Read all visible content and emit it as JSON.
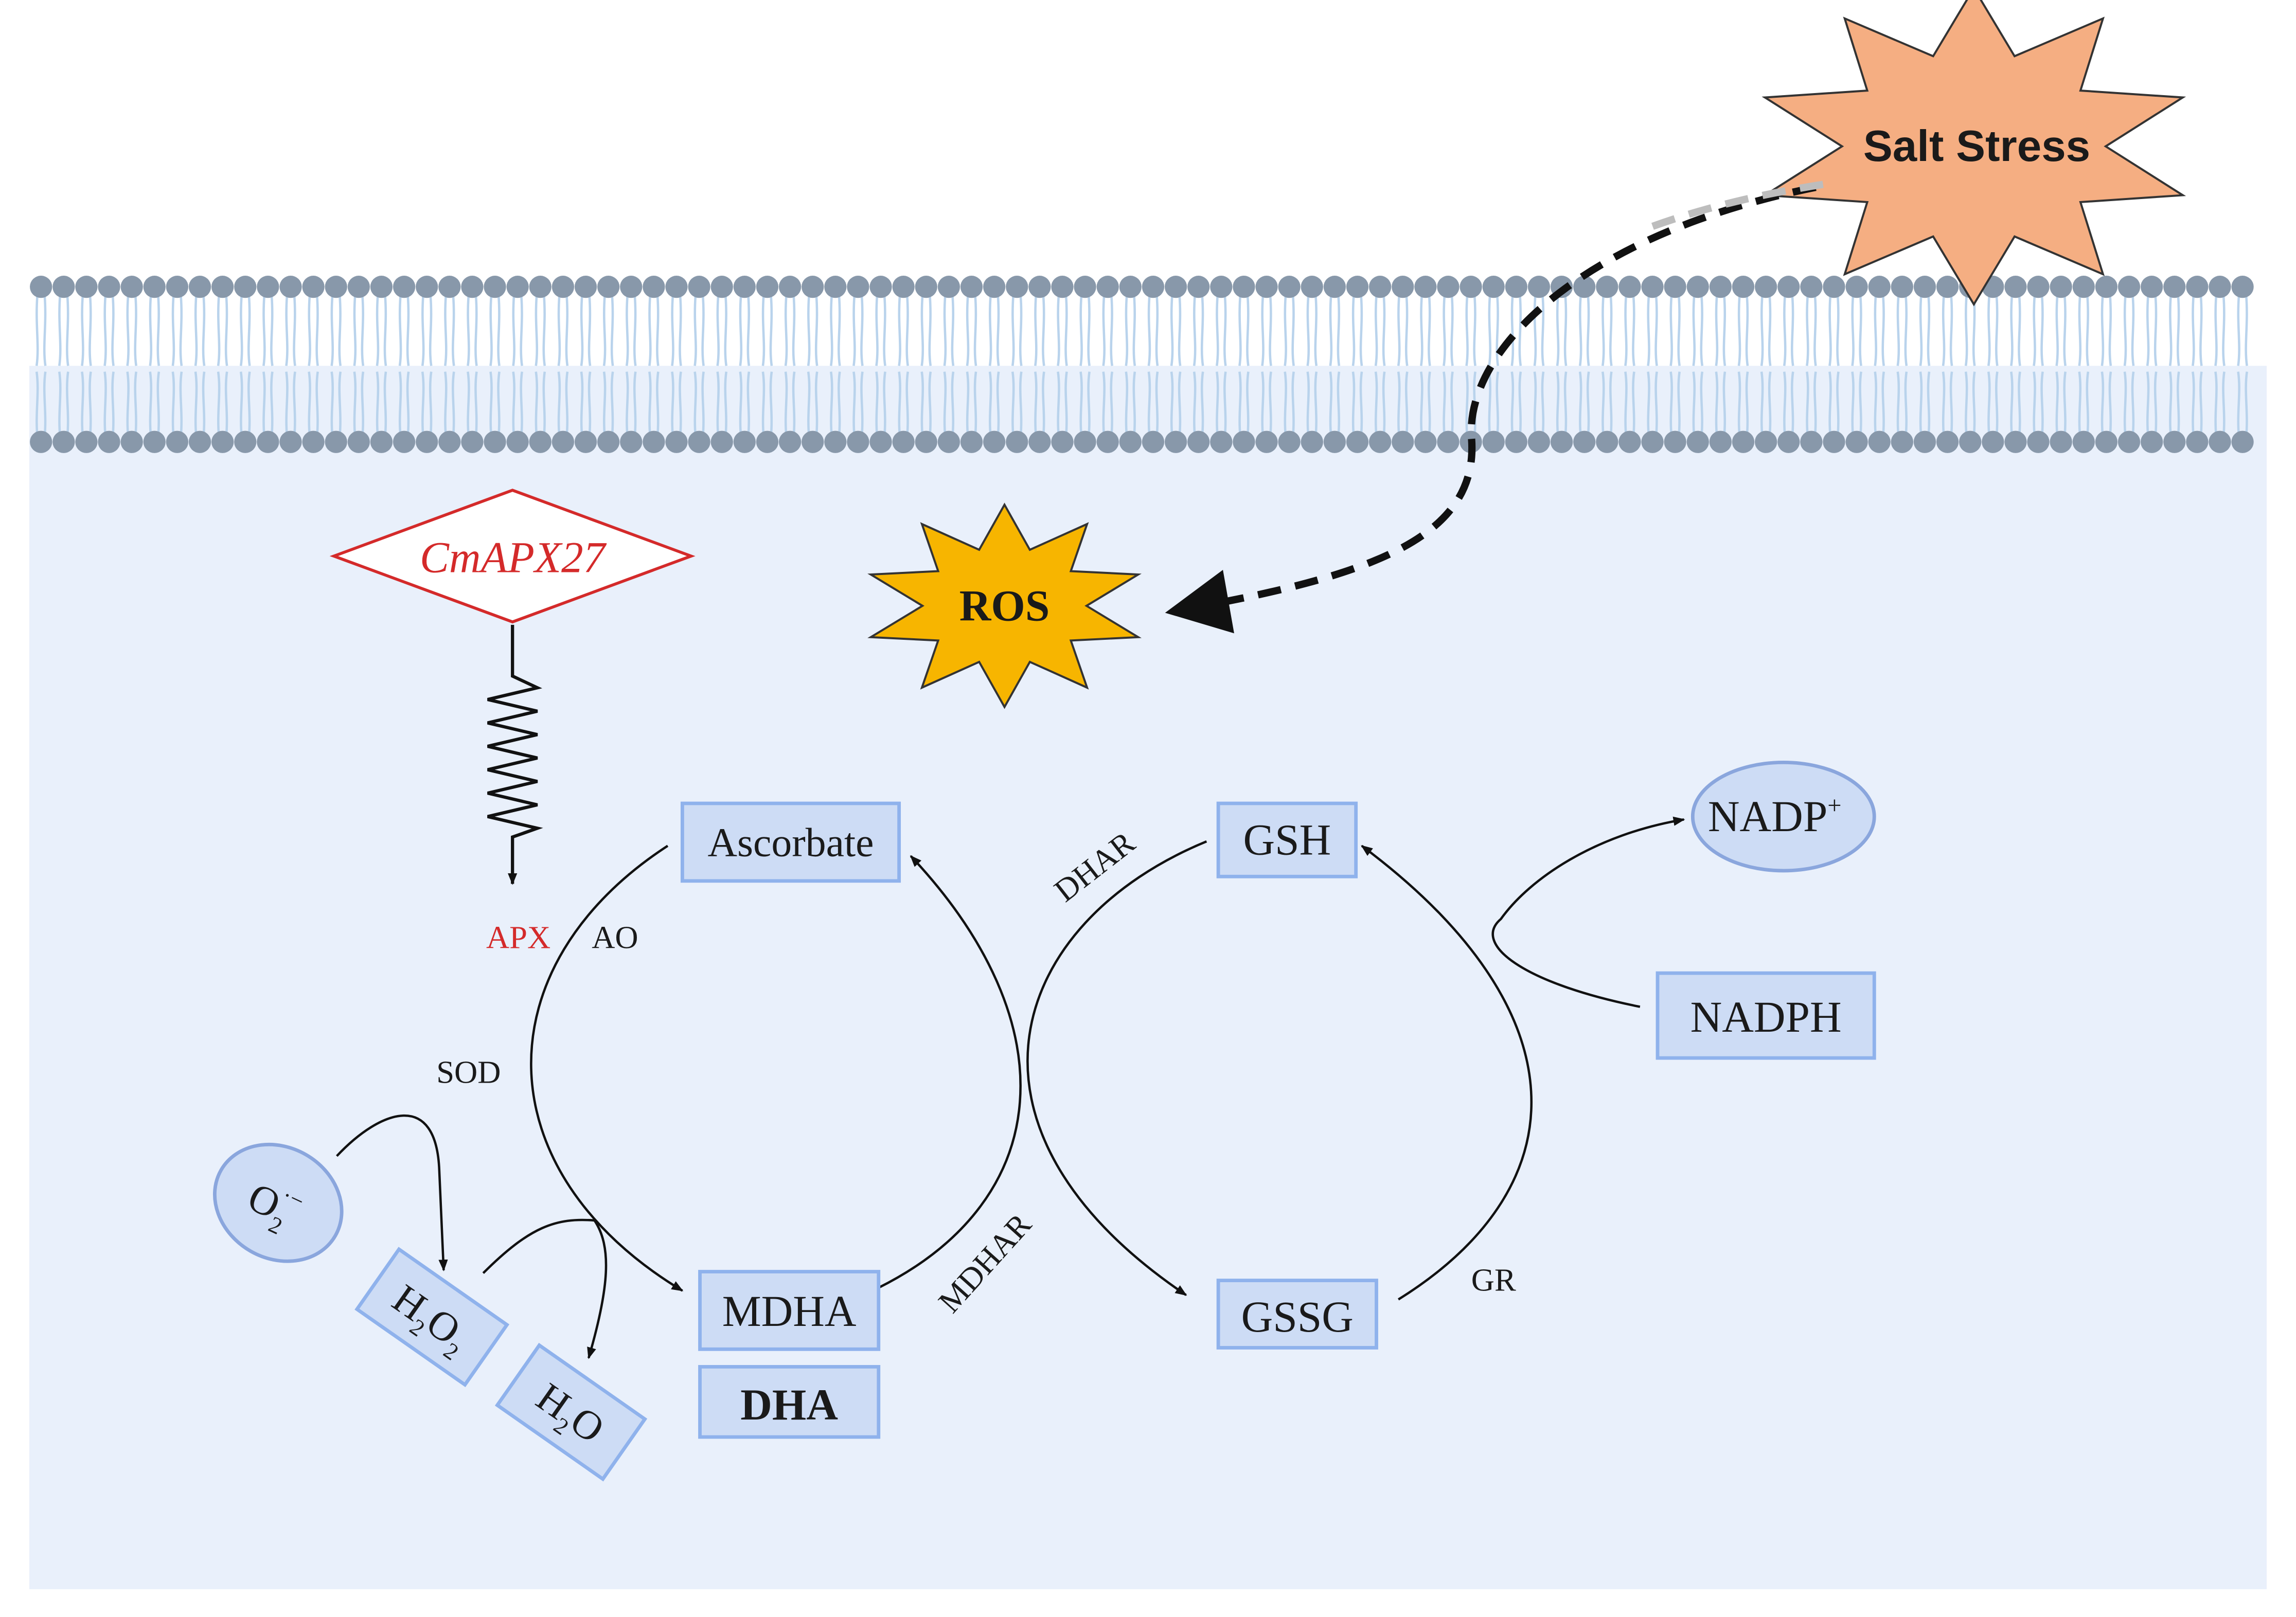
{
  "external": {
    "stress": "Salt Stress"
  },
  "ros": "ROS",
  "gene": "CmAPX27",
  "enzymes": {
    "apx": "APX",
    "ao": "AO",
    "sod": "SOD",
    "dhar": "DHAR",
    "mdhar": "MDHAR",
    "gr": "GR"
  },
  "metabolites": {
    "ascorbate": "Ascorbate",
    "mdha": "MDHA",
    "dha": "DHA",
    "gsh": "GSH",
    "gssg": "GSSG",
    "nadph": "NADPH",
    "nadp": "NADP",
    "nadp_sup": "+",
    "o2": "O",
    "o2_sub": "2",
    "o2_sup": "·−",
    "h2o2": [
      "H",
      "2",
      "O",
      "2"
    ],
    "h2o": [
      "H",
      "2",
      "O"
    ]
  },
  "colors": {
    "cytoplasm": "#e9f0fb",
    "membrane_head": "#8898aa",
    "membrane_tail": "#b9d3ec",
    "box_fill": "#cddcf5",
    "box_stroke": "#8fb2ec",
    "gene_red": "#d42a2a",
    "ros_fill": "#f7b500",
    "stress_fill": "#f5ae82"
  }
}
